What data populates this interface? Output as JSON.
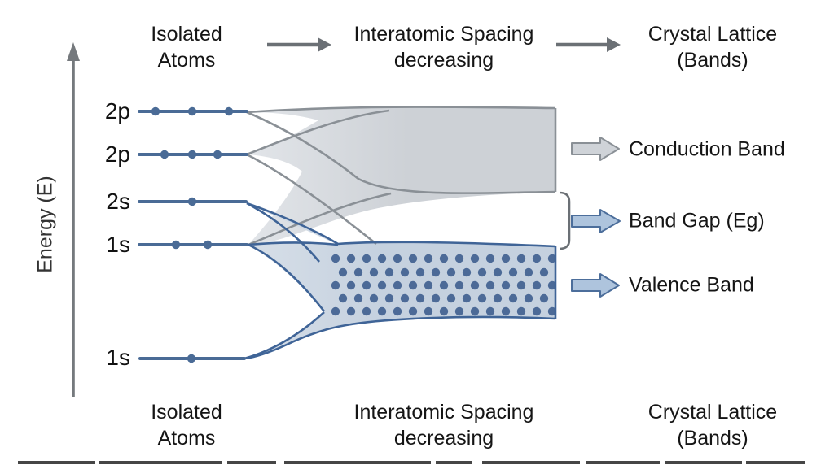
{
  "title_row": {
    "isolated": {
      "line1": "Isolated",
      "line2": "Atoms"
    },
    "spacing": {
      "line1": "Interatomic Spacing",
      "line2": "decreasing"
    },
    "lattice": {
      "line1": "Crystal Lattice",
      "line2": "(Bands)"
    }
  },
  "bottom_row": {
    "isolated": {
      "line1": "Isolated",
      "line2": "Atoms"
    },
    "spacing": {
      "line1": "Interatomic Spacing",
      "line2": "decreasing"
    },
    "lattice": {
      "line1": "Crystal Lattice",
      "line2": "(Bands)"
    }
  },
  "energy_axis_label": "Energy (E)",
  "levels": {
    "l2p_a": "2p",
    "l2p_b": "2p",
    "l2s": "2s",
    "l1s_a": "1s",
    "l1s_b": "1s"
  },
  "legend": {
    "conduction": "Conduction Band",
    "band_gap": "Band Gap (Eg)",
    "valence": "Valence Band"
  },
  "colors": {
    "conduction_fill": "#cdd1d6",
    "conduction_fill_light": "#e2e5e9",
    "conduction_stroke": "#8a9096",
    "valence_fill": "#c5d1df",
    "valence_fill_light": "#d7dfe8",
    "valence_stroke": "#3f6497",
    "valence_dot": "#4c6a97",
    "level_line": "#4a6b96",
    "axis": "#75797d",
    "flow_arrow": "#6b7075",
    "arrow_gray_fill": "#cfd3d8",
    "arrow_blue_fill": "#aec4dd",
    "arrow_blue_stroke": "#4c6e9b"
  }
}
